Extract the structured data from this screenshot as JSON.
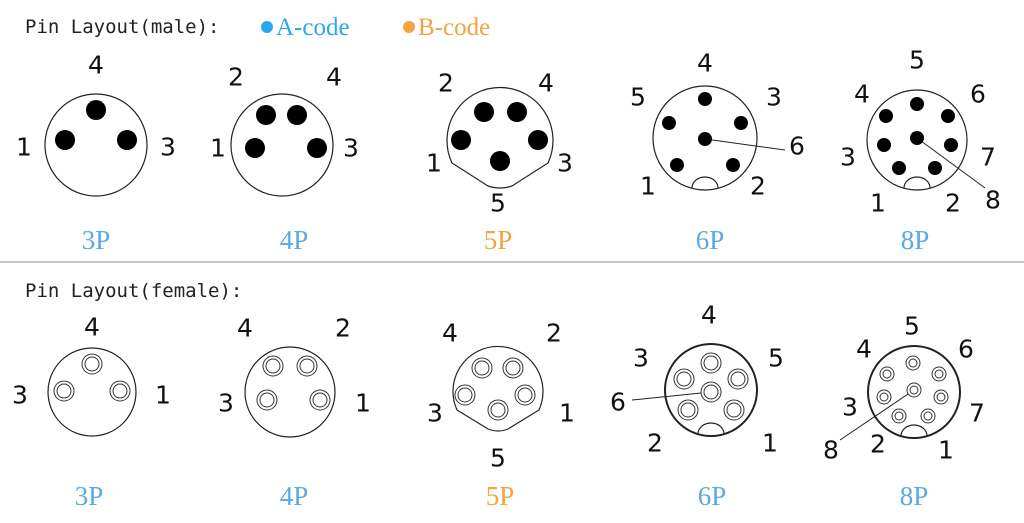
{
  "male": {
    "title": "Pin Layout(male):",
    "legend": [
      {
        "label": "A-code",
        "color": "#29a8f0"
      },
      {
        "label": "B-code",
        "color": "#f4a340"
      }
    ],
    "connectors": [
      {
        "caption": "3P",
        "code": "A",
        "pins": [
          "4",
          "1",
          "3"
        ]
      },
      {
        "caption": "4P",
        "code": "A",
        "pins": [
          "2",
          "4",
          "1",
          "3"
        ]
      },
      {
        "caption": "5P",
        "code": "B",
        "pins": [
          "2",
          "4",
          "1",
          "3",
          "5"
        ]
      },
      {
        "caption": "6P",
        "code": "A",
        "pins": [
          "4",
          "5",
          "3",
          "6",
          "1",
          "2"
        ]
      },
      {
        "caption": "8P",
        "code": "A",
        "pins": [
          "5",
          "6",
          "4",
          "7",
          "3",
          "1",
          "2",
          "8"
        ]
      }
    ]
  },
  "female": {
    "title": "Pin Layout(female):",
    "connectors": [
      {
        "caption": "3P",
        "code": "A",
        "pins": [
          "4",
          "3",
          "1"
        ]
      },
      {
        "caption": "4P",
        "code": "A",
        "pins": [
          "4",
          "2",
          "3",
          "1"
        ]
      },
      {
        "caption": "5P",
        "code": "B",
        "pins": [
          "4",
          "2",
          "3",
          "1",
          "5"
        ]
      },
      {
        "caption": "6P",
        "code": "A",
        "pins": [
          "4",
          "3",
          "5",
          "6",
          "2",
          "1"
        ]
      },
      {
        "caption": "8P",
        "code": "A",
        "pins": [
          "5",
          "4",
          "6",
          "3",
          "7",
          "8",
          "2",
          "1"
        ]
      }
    ]
  },
  "colors": {
    "A": "#5aa9e6",
    "B": "#f4a340",
    "pin": "#000000",
    "outline": "#333333",
    "divider": "#888888"
  }
}
